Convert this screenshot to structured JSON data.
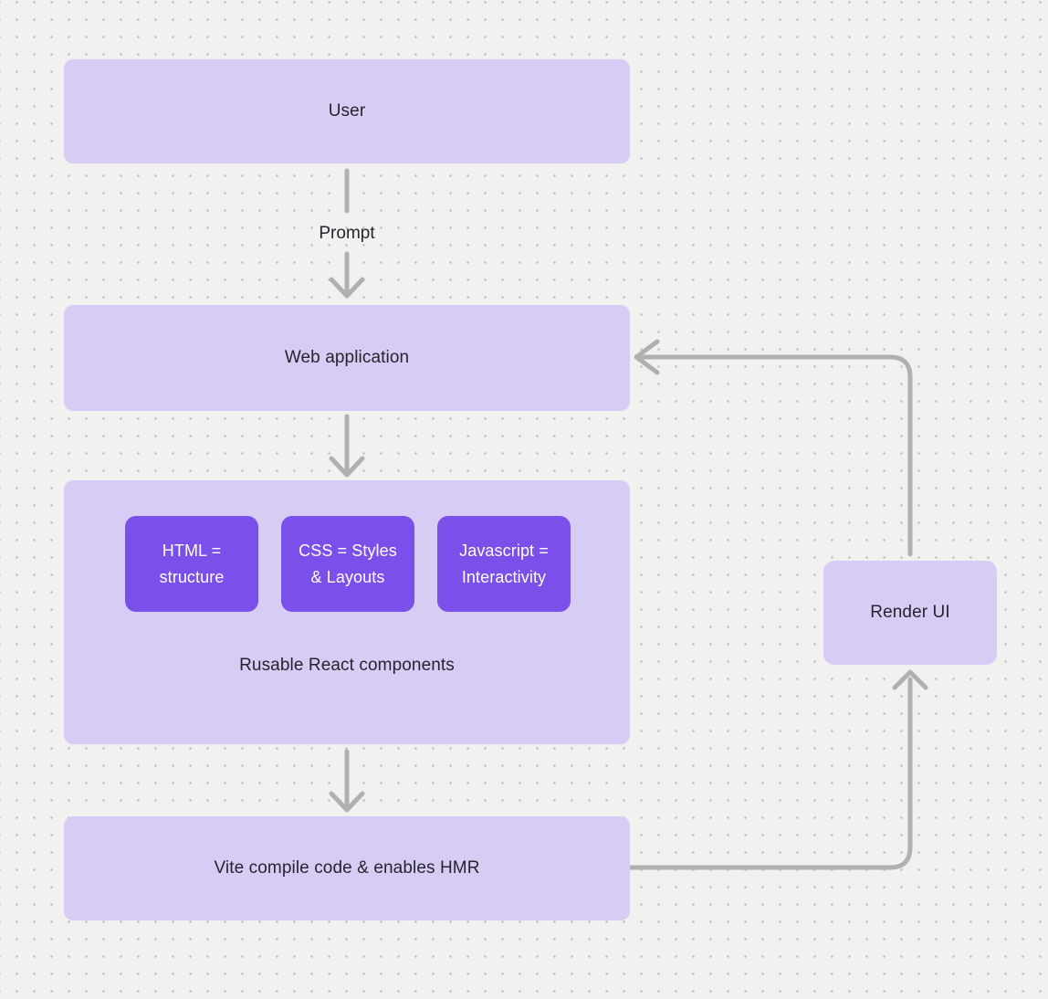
{
  "diagram": {
    "colors": {
      "background": "#f2f1f0",
      "dot_grid": "#c6c3c1",
      "node_fill": "#d7ccf4",
      "accent_fill": "#7b4fe9",
      "arrow": "#b2afaf",
      "text": "#26242e",
      "text_on_accent": "#ffffff"
    },
    "nodes": {
      "user": {
        "label": "User"
      },
      "web_application": {
        "label": "Web application"
      },
      "components": {
        "caption": "Rusable React components",
        "children": [
          {
            "line1": "HTML =",
            "line2": "structure"
          },
          {
            "line1": "CSS = Styles",
            "line2": "& Layouts"
          },
          {
            "line1": "Javascript =",
            "line2": "Interactivity"
          }
        ]
      },
      "vite": {
        "label": "Vite compile code & enables HMR"
      },
      "render_ui": {
        "label": "Render UI"
      }
    },
    "edges": {
      "user_to_webapp_label": "Prompt"
    }
  }
}
